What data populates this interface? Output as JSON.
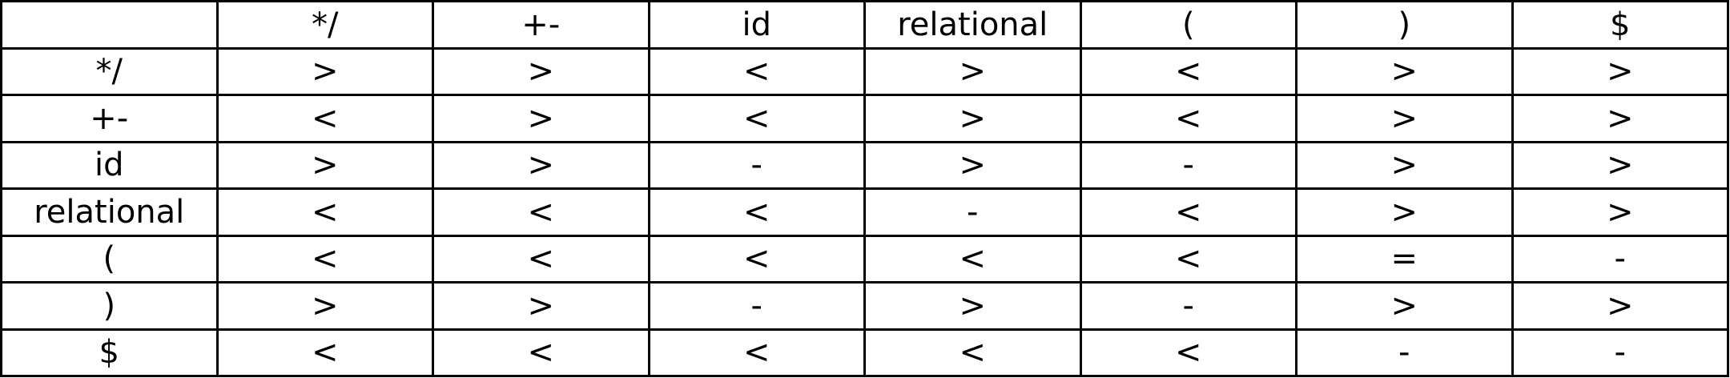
{
  "table": {
    "header": [
      "",
      "*/",
      "+-",
      "id",
      "relational",
      "(",
      ")",
      "$"
    ],
    "rows": [
      {
        "label": "*/",
        "cells": [
          ">",
          ">",
          "<",
          ">",
          "<",
          ">",
          ">"
        ]
      },
      {
        "label": "+-",
        "cells": [
          "<",
          ">",
          "<",
          ">",
          "<",
          ">",
          ">"
        ]
      },
      {
        "label": "id",
        "cells": [
          ">",
          ">",
          "-",
          ">",
          "-",
          ">",
          ">"
        ]
      },
      {
        "label": "relational",
        "cells": [
          "<",
          "<",
          "<",
          "-",
          "<",
          ">",
          ">"
        ]
      },
      {
        "label": "(",
        "cells": [
          "<",
          "<",
          "<",
          "<",
          "<",
          "=",
          "-"
        ]
      },
      {
        "label": ")",
        "cells": [
          ">",
          ">",
          "-",
          ">",
          "-",
          ">",
          ">"
        ]
      },
      {
        "label": "$",
        "cells": [
          "<",
          "<",
          "<",
          "<",
          "<",
          "-",
          "-"
        ]
      }
    ]
  }
}
